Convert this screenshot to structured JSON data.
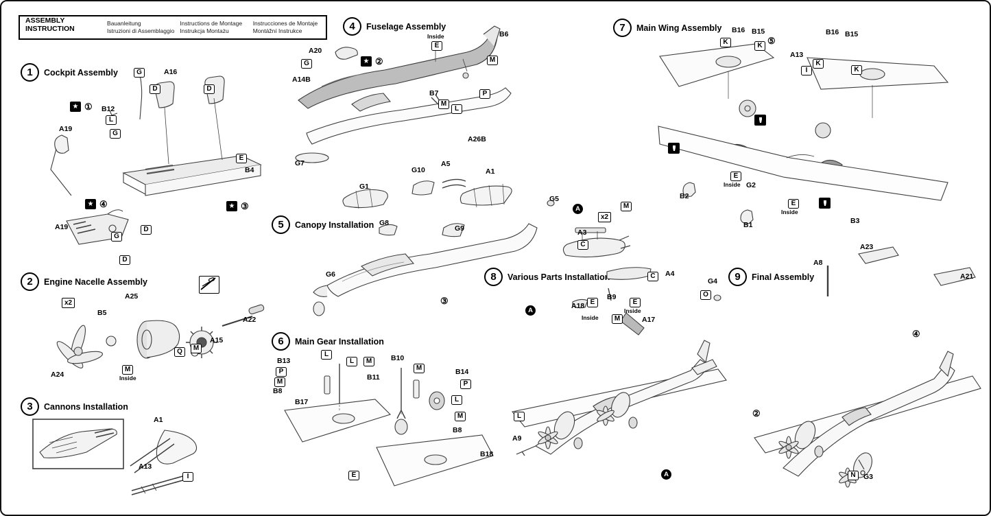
{
  "page": {
    "background": "#ffffff",
    "border_color": "#000000"
  },
  "header": {
    "title": "ASSEMBLY INSTRUCTION",
    "columns": [
      {
        "line1": "Bauanleitung",
        "line2": "Istruzioni di Assemblaggio"
      },
      {
        "line1": "Instructions de Montage",
        "line2": "Instrukcja Montażu"
      },
      {
        "line1": "Instrucciones de Montaje",
        "line2": "Montážní Instrukce"
      }
    ]
  },
  "steps": [
    {
      "number": "1",
      "title": "Cockpit Assembly",
      "labels": [
        "G",
        "A16",
        "D",
        "D",
        "★",
        "①",
        "B12",
        "L",
        "G",
        "A19",
        "E",
        "B4",
        "★",
        "④",
        "★",
        "③",
        "D",
        "A19",
        "G",
        "D"
      ]
    },
    {
      "number": "2",
      "title": "Engine Nacelle Assembly",
      "labels": [
        "x2",
        "A25",
        "B5",
        "A22",
        "A15",
        "M",
        "Q",
        "M",
        "Inside",
        "A24"
      ]
    },
    {
      "number": "3",
      "title": "Cannons Installation",
      "labels": [
        "A1",
        "A13",
        "I"
      ]
    },
    {
      "number": "4",
      "title": "Fuselage Assembly",
      "labels": [
        "A20",
        "G",
        "★",
        "②",
        "Inside",
        "E",
        "B6",
        "M",
        "B7",
        "M",
        "L",
        "P",
        "A14B",
        "A26B",
        "G7"
      ]
    },
    {
      "number": "5",
      "title": "Canopy Installation",
      "labels": [
        "G1",
        "G10",
        "A5",
        "A1",
        "G8",
        "G9",
        "G5",
        "G6",
        "③"
      ]
    },
    {
      "number": "6",
      "title": "Main Gear Installation",
      "labels": [
        "B13",
        "P",
        "L",
        "L",
        "M",
        "B10",
        "M",
        "B11",
        "M",
        "B8",
        "B14",
        "P",
        "L",
        "M",
        "B8",
        "B17",
        "B18",
        "E"
      ]
    },
    {
      "number": "7",
      "title": "Main Wing Assembly",
      "labels": [
        "B16",
        "B15",
        "K",
        "K",
        "⑤",
        "A13",
        "I",
        "B16",
        "B15",
        "K",
        "K",
        "E",
        "Inside",
        "G2",
        "E",
        "Inside",
        "B2",
        "B1",
        "B3"
      ]
    },
    {
      "number": "8",
      "title": "Various Parts Installation",
      "labels": [
        "A",
        "x2",
        "M",
        "A3",
        "C",
        "C",
        "A4",
        "A",
        "A18",
        "E",
        "Inside",
        "B9",
        "M",
        "E",
        "Inside",
        "A17",
        "L",
        "A9",
        "A"
      ]
    },
    {
      "number": "9",
      "title": "Final Assembly",
      "labels": [
        "G4",
        "O",
        "A8",
        "A23",
        "A21",
        "④",
        "②",
        "N",
        "G3"
      ]
    }
  ]
}
